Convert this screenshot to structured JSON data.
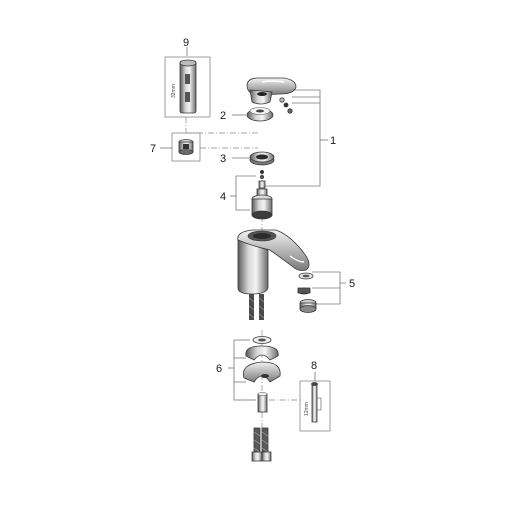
{
  "parts": [
    {
      "number": "1"
    },
    {
      "number": "2"
    },
    {
      "number": "3"
    },
    {
      "number": "4"
    },
    {
      "number": "5"
    },
    {
      "number": "6"
    },
    {
      "number": "7"
    },
    {
      "number": "8"
    },
    {
      "number": "9"
    }
  ],
  "tool_9": {
    "dimension": "32mm"
  },
  "tool_8": {
    "dimension": "12mm"
  },
  "colors": {
    "line": "#777777",
    "metal_dark": "#4a4a4a",
    "metal_light": "#e6e6e6",
    "label": "#1a1a1a"
  }
}
